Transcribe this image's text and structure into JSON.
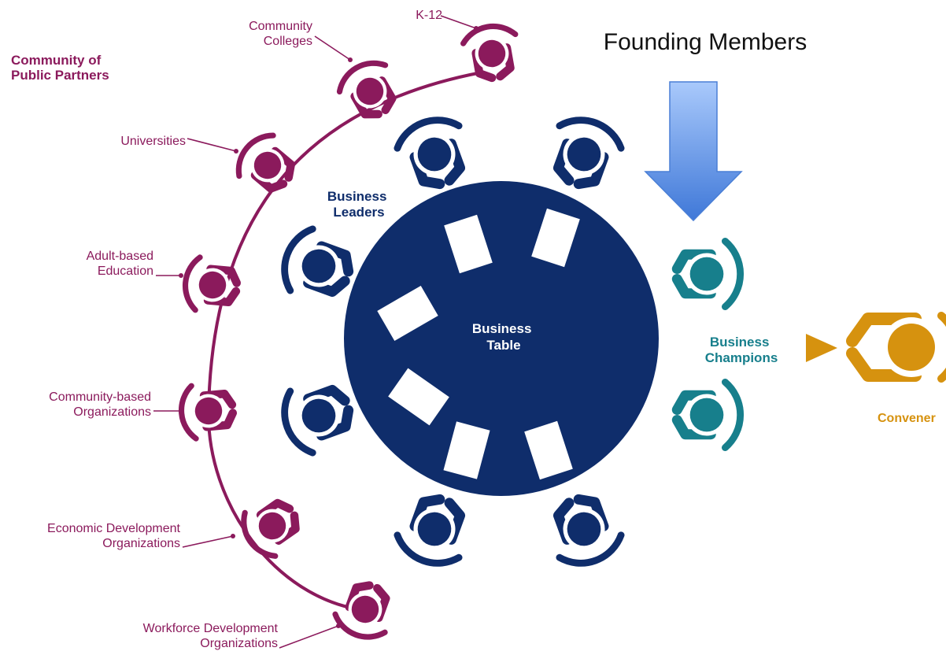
{
  "title": "Founding Members",
  "group_label": "Community of\nPublic Partners",
  "table_label": "Business\nTable",
  "business_leaders_label": "Business\nLeaders",
  "business_champions_label": "Business\nChampions",
  "convener_label": "Convener",
  "public_partners": [
    {
      "id": "k12",
      "label": "K-12"
    },
    {
      "id": "community-colleges",
      "label": "Community\nColleges"
    },
    {
      "id": "universities",
      "label": "Universities"
    },
    {
      "id": "adult-education",
      "label": "Adult-based\nEducation"
    },
    {
      "id": "community-orgs",
      "label": "Community-based\nOrganizations"
    },
    {
      "id": "economic-dev",
      "label": "Economic Development\nOrganizations"
    },
    {
      "id": "workforce-dev",
      "label": "Workforce Development\nOrganizations"
    }
  ],
  "colors": {
    "partners": "#8b1a5c",
    "leaders": "#0f2d6b",
    "champions": "#177f8c",
    "convener": "#d6920f",
    "arrow": "#5b8fe0"
  },
  "icons": {
    "arrow": "down-arrow-icon",
    "person": "person-topdown-icon",
    "pointer": "triangle-pointer-icon"
  }
}
